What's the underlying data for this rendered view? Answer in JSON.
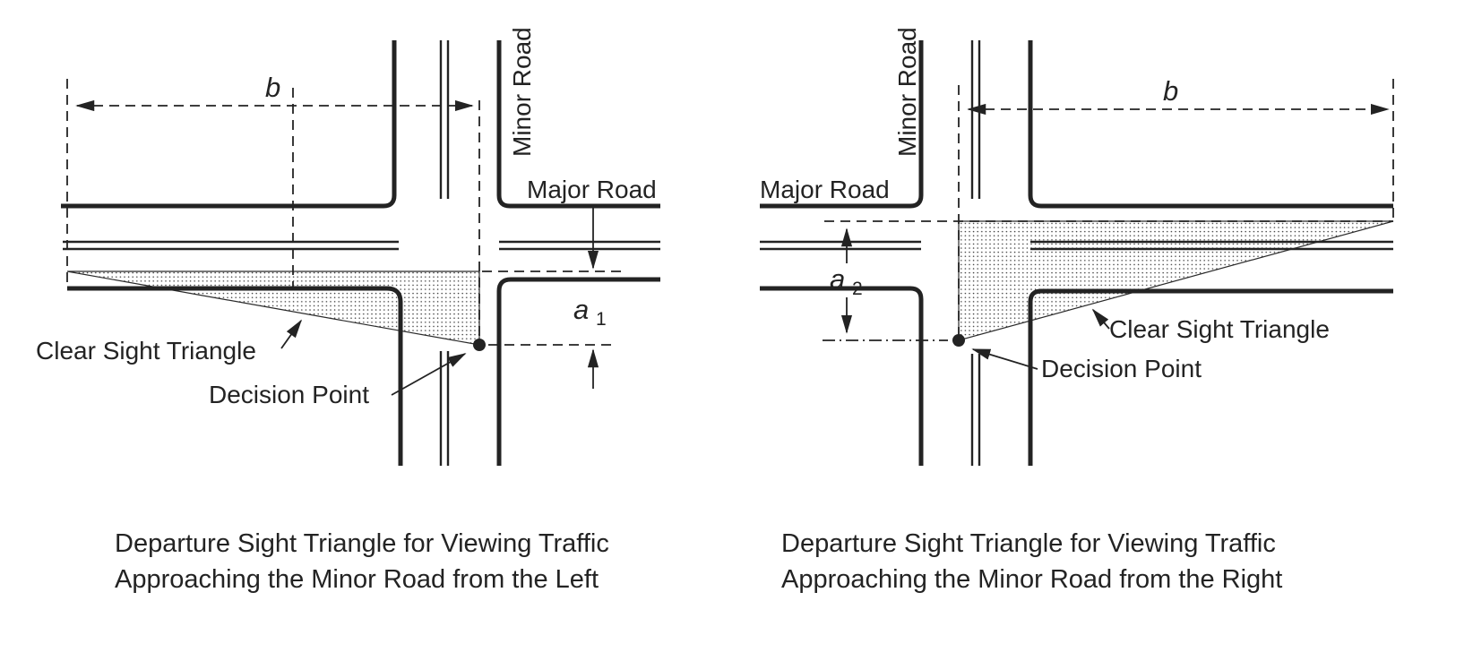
{
  "colors": {
    "ink": "#232323",
    "background": "#ffffff",
    "stipple_dot": "#3a3a3a"
  },
  "diagrams": [
    {
      "id": "left",
      "labels": {
        "minor_road": "Minor Road",
        "major_road": "Major Road",
        "b": "b",
        "a": "a",
        "a_sub": "1",
        "clear_sight_triangle": "Clear Sight Triangle",
        "decision_point": "Decision Point"
      },
      "caption": [
        "Departure Sight Triangle for Viewing Traffic",
        "Approaching the Minor Road from the Left"
      ]
    },
    {
      "id": "right",
      "labels": {
        "minor_road": "Minor Road",
        "major_road": "Major Road",
        "b": "b",
        "a": "a",
        "a_sub": "2",
        "clear_sight_triangle": "Clear Sight Triangle",
        "decision_point": "Decision Point"
      },
      "caption": [
        "Departure Sight Triangle for Viewing Traffic",
        "Approaching the Minor Road from the Right"
      ]
    }
  ]
}
